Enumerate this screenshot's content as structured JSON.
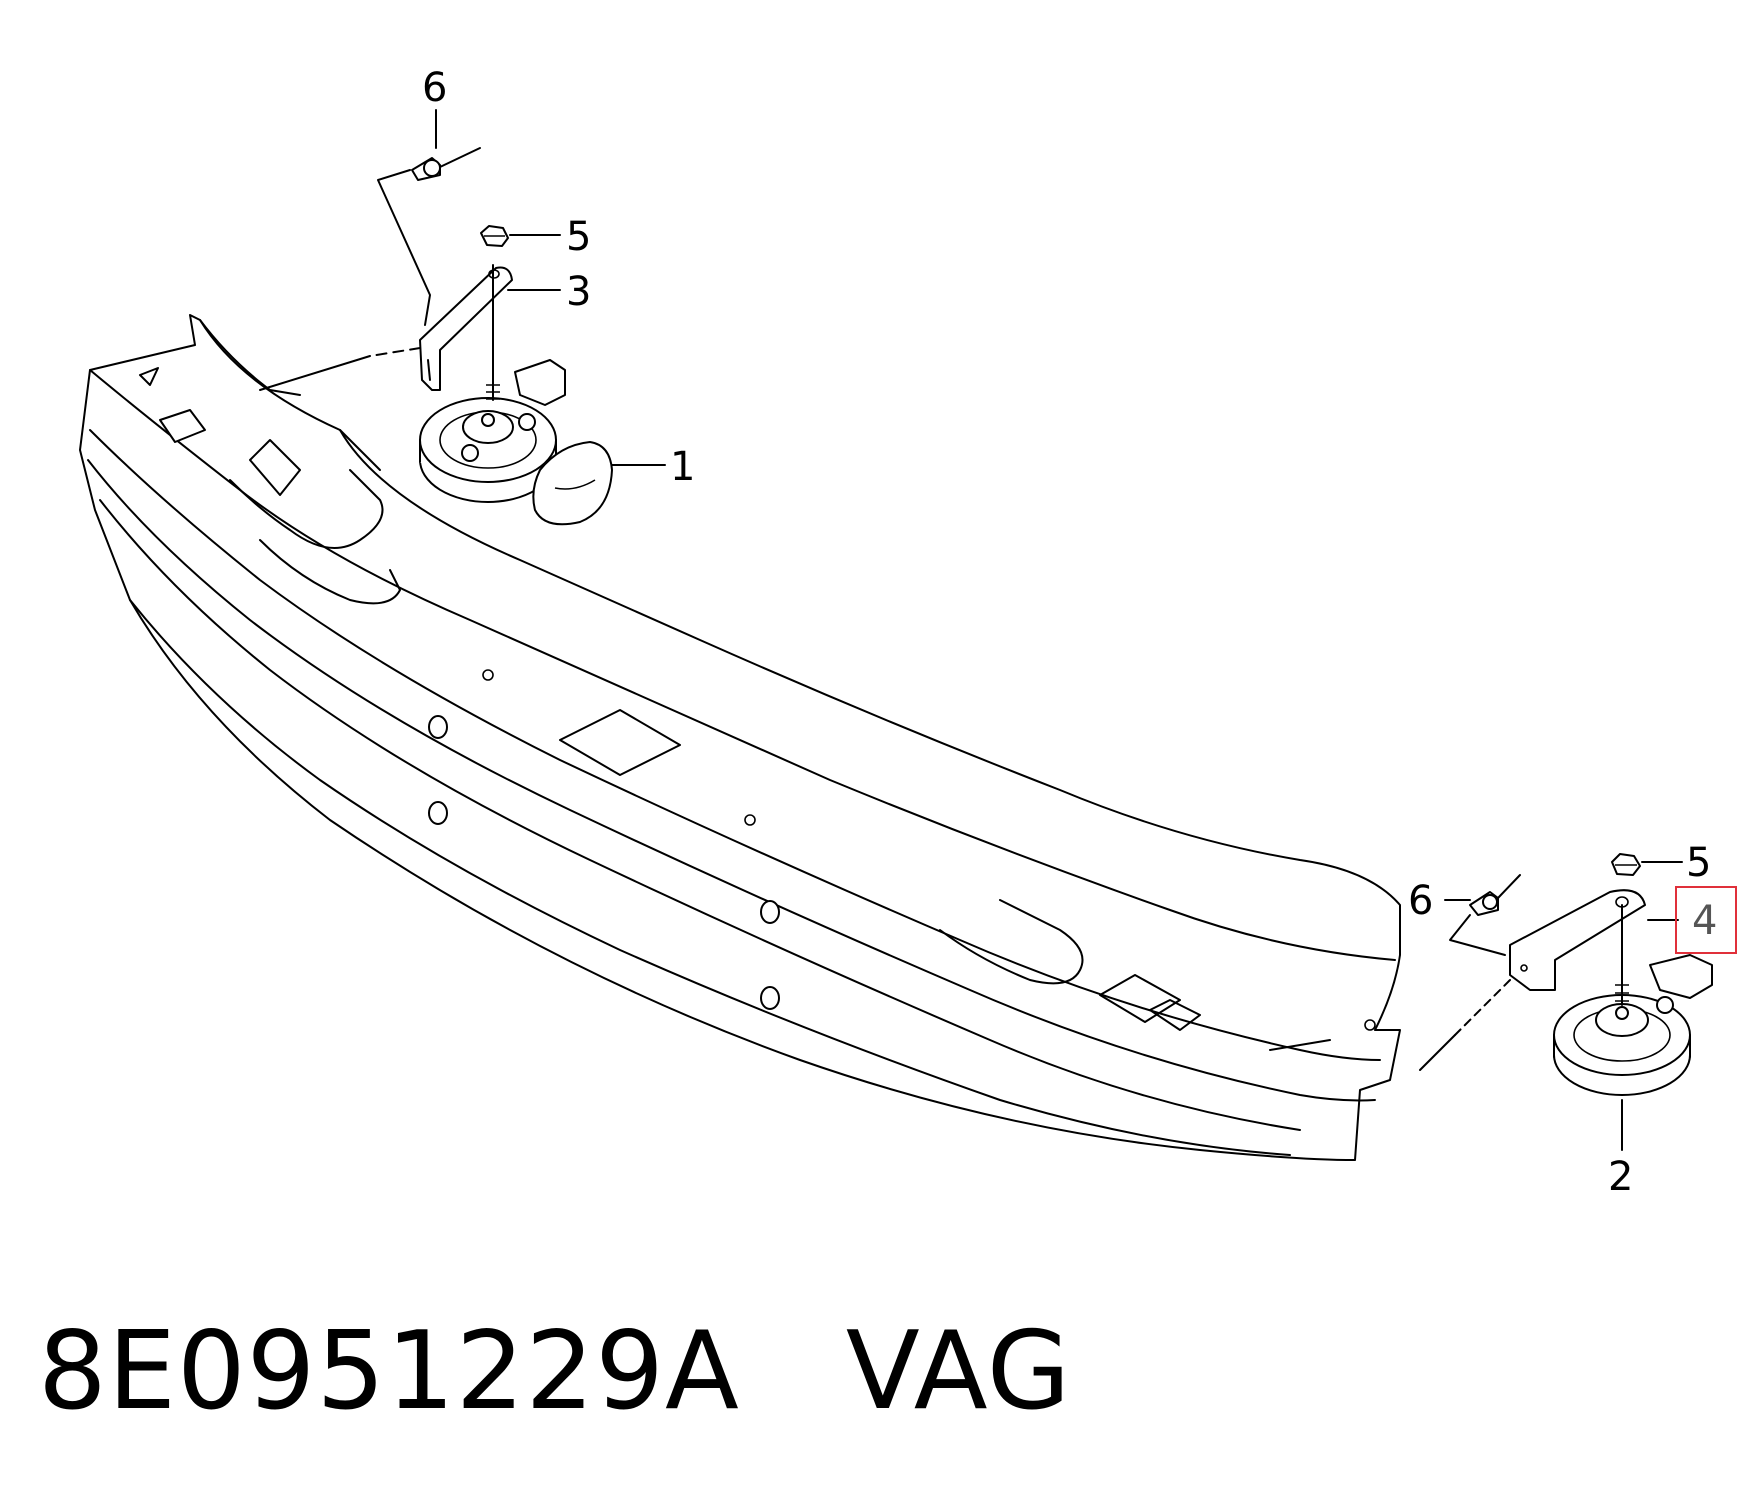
{
  "callouts": {
    "c1": "1",
    "c2": "2",
    "c3": "3",
    "c4": "4",
    "c5_top": "5",
    "c5_bottom": "5",
    "c6_top": "6",
    "c6_bottom": "6"
  },
  "caption": {
    "part_number": "8E0951229A",
    "brand": "VAG"
  },
  "colors": {
    "highlight": "#e0303a",
    "line": "#000000"
  }
}
